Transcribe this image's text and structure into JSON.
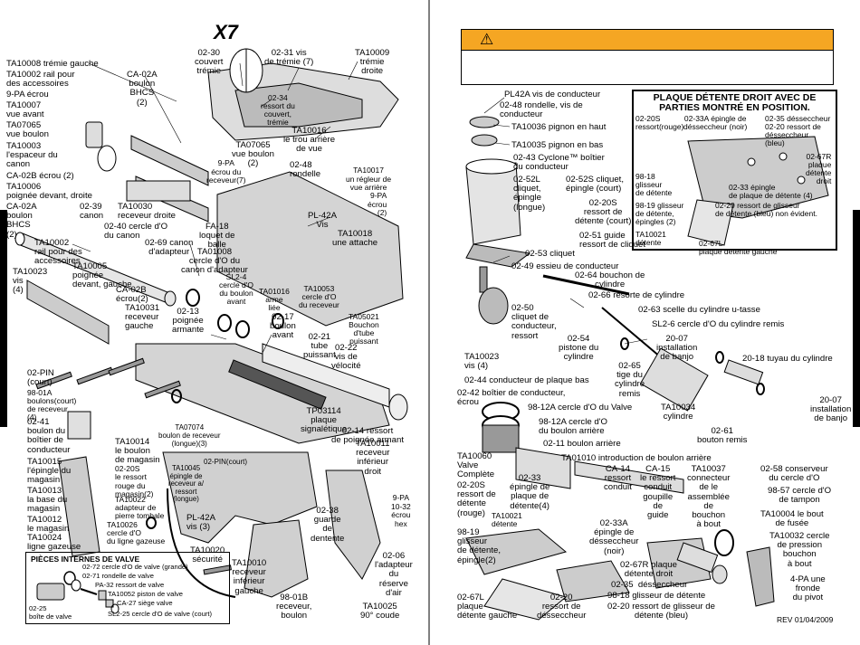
{
  "left": {
    "logo": "X7",
    "labels": [
      "TA10008 trémie gauche",
      "TA10002 rail pour\ndes accessoires",
      "9-PA écrou",
      "TA10007\nvue avant",
      "TA07065\nvue boulon",
      "TA10003\nl'espaceur du\ncanon",
      "CA-02B écrou (2)",
      "TA10006\npoignée devant, droite",
      "CA-02A\nboulon\nBHCS\n(2)",
      "TA10002\nrail pour des\naccessoires",
      "TA10023\nvis\n(4)",
      "TA10005\npoignée\ndevant, gauche",
      "CA-02B\nécrou(2)",
      "TA10031\nreceveur\ngauche",
      "02-39\ncanon",
      "02-40 cercle d'O\ndu canon",
      "TA10030\nreceveur droite",
      "CA-02A\nboulon\nBHCS\n(2)",
      "02-30\ncouvert\ntrémie",
      "02-31 vis\nde trémie (7)",
      "TA10009\ntrémie\ndroite",
      "02-34\nressort du\ncouvert,\ntrémie",
      "TA07065\nvue boulon\n(2)",
      "02-48\nrondelle",
      "TA10016\nle trou arrière\nde vue",
      "TA10017\nun régleur de\nvue arrière",
      "9-PA\nécrou du\nreceveur(7)",
      "9-PA\nécrou\n(2)",
      "PL-42A\nVis",
      "TA10018\nune attache",
      "FA-18\nloquet de\nballe",
      "02-69 canon\nd'adapteur",
      "TA01008\ncercle d'O du\ncanon d'adapteur",
      "SL2-4\ncercle d'O\ndu boulon\navant",
      "TA01016\narme\nliée",
      "TA10053\ncercle d'O\ndu receveur",
      "TA05021\nBouchon\nd'tube\npuissant",
      "02-13\npoignée\narmante",
      "02-17\nboulon\navant",
      "02-21\ntube\npuissant",
      "02-22\nvis de\nvélocité",
      "02-PIN\n(court)",
      "98-01A\nboulons(court)\nde receveur\n(4)",
      "02-41\nboulon du\nboîtier de\nconducteur",
      "TA07074\nboulon de receveur\n(longue)(3)",
      "TA10014\nle boulon\nde magasin",
      "02-20S\nle ressort\nrouge du\nmagasin(2)",
      "TA10015\nl'épingle du\nmagasin",
      "TA10013\nla base du\nmagasin",
      "TA10012\nle magasin",
      "TA10024\nligne gazeuse",
      "TA10022\nadapteur de\npierre tombale",
      "TA10026\ncercle d'O\ndu ligne gazeuse",
      "TA10045\népingle de\nreceveur a/\nressort\n(longue)",
      "02-PIN(court)",
      "PL-42A\nvis (3)",
      "TA10020\nsécurité",
      "TA10010\nreceveur\ninférieur\ngauche",
      "TP03114\nplaque\nsignalétique",
      "02-14 ressort\nde poignée armant",
      "TA10011\nreceveur\ninférieur\ndroit",
      "9-PA\n10-32\nécrou\nhex",
      "02-38\nguarde\nde\ndentente",
      "02-06\nl'adapteur\ndu\nréserve\nd'air",
      "98-01B\nreceveur,\nboulon",
      "TA10025\n90° coude"
    ],
    "valve_box": {
      "title": "PIÈCES INTERNES DE VALVE",
      "items": [
        "02-72 cercle d'O de valve (grande)",
        "02-71 rondelle de valve",
        "PA-32 ressort de valve",
        "TA10052 piston de valve",
        "CA-27 siège valve",
        "SL2-25 cercle d'O de valve (court)"
      ],
      "box_label": "02-25\nboîte de valve"
    }
  },
  "right": {
    "warning_title": "⚠",
    "inset_title": "PLAQUE DÉTENTE DROIT AVEC DE\nPARTIES MONTRÉ EN POSITION.",
    "inset_labels": [
      "02-20S\nressort(rouge)",
      "02-33A épingle de\ndésseccheur (noir)",
      "02-35 désseccheur\n02-20 ressort de\ndésseccheur\n(bleu)",
      "02-67R\nplaque\ndétente\ndroit",
      "98-18\nglisseur\nde détente",
      "02-33 épingle\nde plaque de détente (4)",
      "98-19 glisseur\nde détente,\népingles (2)",
      "02-20 ressort de glisseur\nde détente (bleu) non évident.",
      "TA10021\ndétente",
      "02-67L\nplaque détente gauche"
    ],
    "labels": [
      "PL42A vis de conducteur",
      "02-48 rondelle, vis de\nconducteur",
      "TA10036 pignon en haut",
      "TA10035 pignon en bas",
      "02-43 Cyclone™ boîtier\ndu conducteur",
      "02-52L\ncliquet,\népingle\n(longue)",
      "02-52S cliquet,\népingle (court)",
      "02-20S\nressort de\ndétente (court)",
      "02-51 guide\nressort de cliquet",
      "02-53 cliquet",
      "02-49 essieu de conducteur",
      "02-64 bouchon de\ncylindre",
      "02-66 resorte de cylindre",
      "02-50\ncliquet de\nconducteur,\nressort",
      "02-63 scelle du cylindre u-tasse",
      "SL2-6 cercle d'O du cylindre remis",
      "02-54\npistone du\ncylindre",
      "TA10023\nvis (4)",
      "02-65\ntige du\ncylindre\nremis",
      "20-07\ninstallation\nde banjo",
      "20-18 tuyau du cylindre",
      "02-44 conducteur de plaque bas",
      "02-42 boîtier de conducteur,\nécrou",
      "TA10034\ncylindre",
      "20-07\ninstallation\nde banjo",
      "98-12A cercle d'O du Valve",
      "98-12A cercle d'O\ndu boulon arrière",
      "02-61\nbouton remis",
      "02-11 boulon arrière",
      "TA10060\nValve\nComplète",
      "TA01010 introduction de boulon arrière",
      "02-33\népingle de\nplaque de\ndétente(4)",
      "CA-14\nressort\nconduit",
      "CA-15\nle ressort\nconduit\ngoupille\nde\nguide",
      "TA10037\nconnecteur\nde le\nassemblée\nde\nbouchon\nà bout",
      "02-58 conserveur\ndu cercle d'O",
      "98-57 cercle d'O\nde tampon",
      "02-20S\nressort de\ndétente\n(rouge)",
      "TA10021\ndétente",
      "TA10004 le bout\nde fusée",
      "02-33A\népingle de\ndésseccheur\n(noir)",
      "98-19\nglisseur\nde détente,\népingle(2)",
      "TA10032 cercle\nde pression\nbouchon\nà bout",
      "02-67R plaque\ndétente droit",
      "02-35  désseccheur",
      "4-PA une\nfronde\ndu pivot",
      "02-67L\nplaque\ndétente gauche",
      "02-20\nressort de\ndésseccheur",
      "98-18 glisseur de détente",
      "02-20 ressort de glisseur de\ndétente (bleu)"
    ],
    "rev": "REV 01/04/2009"
  },
  "colors": {
    "warning": "#f5a623",
    "ink": "#000000",
    "paper": "#ffffff"
  }
}
